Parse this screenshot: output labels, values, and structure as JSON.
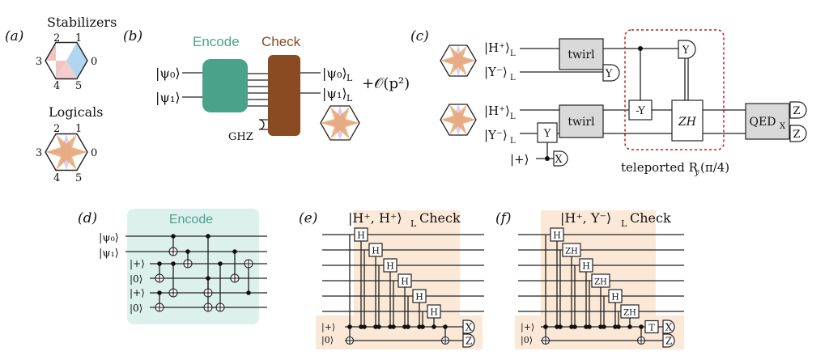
{
  "colors": {
    "encode": "#4aa28a",
    "check": "#8a4a22",
    "encode_bg": "#ddf1ec",
    "check_bg": "#fbe8d6",
    "teleport": "#b32020",
    "stab_blue": "#a9d3ee",
    "stab_red": "#f1bcbc",
    "logical_orange": "#e7a571",
    "logical_purple": "#cdb8e6"
  },
  "panel_a": {
    "label": "(a)",
    "stabilizers_title": "Stabilizers",
    "logicals_title": "Logicals",
    "vertices": [
      "0",
      "1",
      "2",
      "3",
      "4",
      "5"
    ]
  },
  "panel_b": {
    "label": "(b)",
    "encode_title": "Encode",
    "check_title": "Check",
    "in0": "|ψ₀⟩",
    "in1": "|ψ₁⟩",
    "out0": "|ψ₀⟩",
    "out0_sub": "L",
    "out1": "|ψ₁⟩",
    "out1_sub": "L",
    "ghz": "GHZ",
    "error_term": "+𝒪(p²)"
  },
  "panel_c": {
    "label": "(c)",
    "h_plus": "|H⁺⟩",
    "y_minus": "|Y⁻⟩",
    "sub_L": "L",
    "plus_state": "|+⟩",
    "twirl": "twirl",
    "meas_y": "Y",
    "meas_x": "X",
    "meas_z": "Z",
    "gate_neg_y": "-Y",
    "gate_zh": "ZH",
    "gate_y": "Y",
    "qed": "QED",
    "qed_sub": "X",
    "teleport_label": "teleported R",
    "teleport_sub": "y",
    "teleport_arg": "(π/4)"
  },
  "panel_d": {
    "label": "(d)",
    "title": "Encode",
    "inputs": [
      "|ψ₀⟩",
      "|ψ₁⟩",
      "|+⟩",
      "|0⟩",
      "|+⟩",
      "|0⟩"
    ]
  },
  "panel_e": {
    "label": "(e)",
    "title_state": "|H⁺, H⁺⟩",
    "title_sub": "L",
    "title_word": "Check",
    "gates": [
      "H",
      "H",
      "H",
      "H",
      "H",
      "H"
    ],
    "anc": [
      "|+⟩",
      "|0⟩"
    ],
    "meas": [
      "X",
      "Z"
    ]
  },
  "panel_f": {
    "label": "(f)",
    "title_state": "|H⁺, Y⁻⟩",
    "title_sub": "L",
    "title_word": "Check",
    "gates": [
      "H",
      "ZH",
      "H",
      "ZH",
      "H",
      "ZH"
    ],
    "t_gate": "T",
    "anc": [
      "|+⟩",
      "|0⟩"
    ],
    "meas": [
      "X",
      "Z"
    ]
  }
}
